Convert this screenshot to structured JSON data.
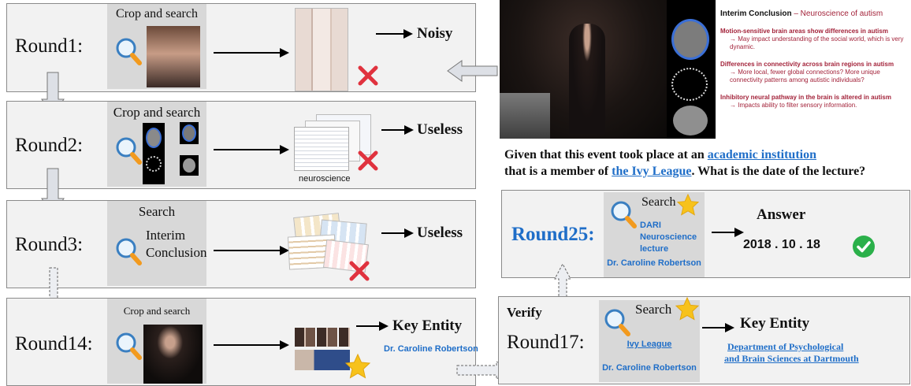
{
  "rounds": {
    "r1": {
      "label": "Round1:",
      "box_title": "Crop and search",
      "result": "Noisy"
    },
    "r2": {
      "label": "Round2:",
      "box_title": "Crop and search",
      "result": "Useless",
      "result_caption": "neuroscience"
    },
    "r3": {
      "label": "Round3:",
      "box_title": "Search",
      "query_line1": "Interim",
      "query_line2": "Conclusion",
      "result": "Useless"
    },
    "r14": {
      "label": "Round14:",
      "box_title": "Crop and search",
      "result": "Key Entity",
      "entity": "Dr. Caroline Robertson"
    },
    "r17": {
      "verify": "Verify",
      "label": "Round17:",
      "box_title": "Search",
      "query1": "Ivy League",
      "query2": "Dr. Caroline Robertson",
      "result": "Key Entity",
      "entity_line1": "Department of Psychological",
      "entity_line2": "and Brain Sciences at Dartmouth"
    },
    "r25": {
      "label": "Round25:",
      "box_title": "Search",
      "query_line1": "DARI",
      "query_line2": "Neuroscience",
      "query_line3": "lecture",
      "query_line4": "Dr. Caroline Robertson",
      "result": "Answer",
      "answer": "2018 . 10 . 18"
    }
  },
  "question": {
    "part1": "Given that this event took place at an ",
    "link1": "academic institution",
    "part2": "that is a member of ",
    "link2": "the Ivy League",
    "part3": ". What is the date of the lecture?"
  },
  "slide": {
    "title_bold": "Interim Conclusion",
    "title_rest": " – Neuroscience of autism",
    "p1_head": "Motion-sensitive brain areas show differences in autism",
    "p1_sub": "→ May impact understanding of the social world, which is very dynamic.",
    "p2_head": "Differences in connectivity across brain regions in autism",
    "p2_sub": "→ More local, fewer global connections? More unique connectivity patterns among autistic individuals?",
    "p3_head": "Inhibitory neural pathway in the brain is altered in autism",
    "p3_sub": "→ Impacts ability to filter sensory information."
  },
  "colors": {
    "accent_blue": "#1f6ec8",
    "panel_bg": "#f2f2f2",
    "query_box_bg": "#d8d8d8",
    "cross_red": "#e0323e",
    "check_green": "#2bb04a",
    "star_yellow": "#f7c21b"
  },
  "icons": [
    "search-icon",
    "cross-icon",
    "star-icon",
    "check-icon",
    "arrow-icon"
  ]
}
